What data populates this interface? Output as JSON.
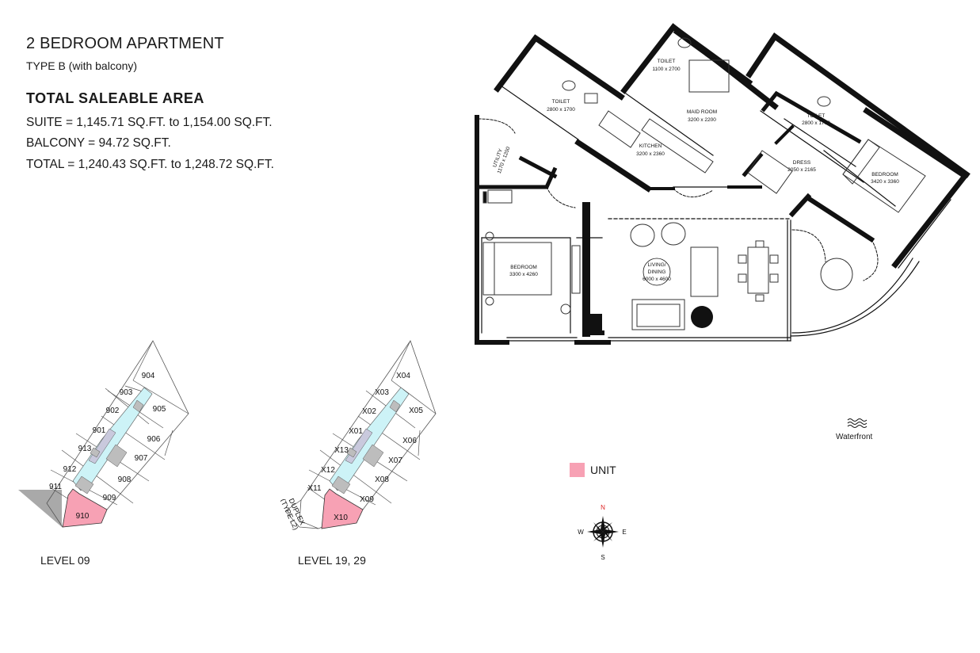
{
  "header": {
    "title": "2 BEDROOM APARTMENT",
    "subtitle": "TYPE B (with balcony)"
  },
  "area": {
    "heading": "TOTAL SALEABLE AREA",
    "suite": "SUITE = 1,145.71 SQ.FT. to 1,154.00 SQ.FT.",
    "balcony": "BALCONY = 94.72 SQ.FT.",
    "total": "TOTAL = 1,240.43 SQ.FT. to 1,248.72 SQ.FT."
  },
  "floorplan": {
    "rooms": {
      "toilet1": {
        "name": "TOILET",
        "size": "2800 x 1700"
      },
      "toilet2": {
        "name": "TOILET",
        "size": "1100 x 2700"
      },
      "maid_room": {
        "name": "MAID ROOM",
        "size": "3200 x 2200"
      },
      "toilet3": {
        "name": "TOILET",
        "size": "2800 x 1700"
      },
      "kitchen": {
        "name": "KITCHEN",
        "size": "3200 x 2360"
      },
      "utility": {
        "name": "UTILITY",
        "size": "1170 x 1200"
      },
      "dress": {
        "name": "DRESS",
        "size": "2050 x 2165"
      },
      "bedroom_master": {
        "name": "BEDROOM",
        "size": "3420 x 3360"
      },
      "bedroom2": {
        "name": "BEDROOM",
        "size": "3300 x 4260"
      },
      "living": {
        "name_line1": "LIVING/",
        "name_line2": "DINING",
        "size": "6000 x 4600"
      }
    }
  },
  "keyplans": {
    "level09": {
      "label": "LEVEL 09",
      "units": [
        "904",
        "903",
        "905",
        "902",
        "901",
        "906",
        "913",
        "907",
        "912",
        "908",
        "911",
        "909",
        "910"
      ],
      "highlight": "910"
    },
    "level1929": {
      "label": "LEVEL 19, 29",
      "units": [
        "X04",
        "X03",
        "X05",
        "X02",
        "X01",
        "X06",
        "X13",
        "X07",
        "X12",
        "X08",
        "X11",
        "X09",
        "X10"
      ],
      "highlight": "X10",
      "duplex_line1": "DUPLEX",
      "duplex_line2": "(TYPE L2)"
    }
  },
  "legend": {
    "label": "UNIT",
    "color": "#f7a1b4"
  },
  "compass": {
    "n": "N",
    "s": "S",
    "e": "E",
    "w": "W"
  },
  "waterfront": {
    "label": "Waterfront"
  },
  "colors": {
    "unit_highlight": "#f7a1b4",
    "corridor": "#cdf3f7",
    "wall": "#111111",
    "core": "#bdbdbd"
  }
}
